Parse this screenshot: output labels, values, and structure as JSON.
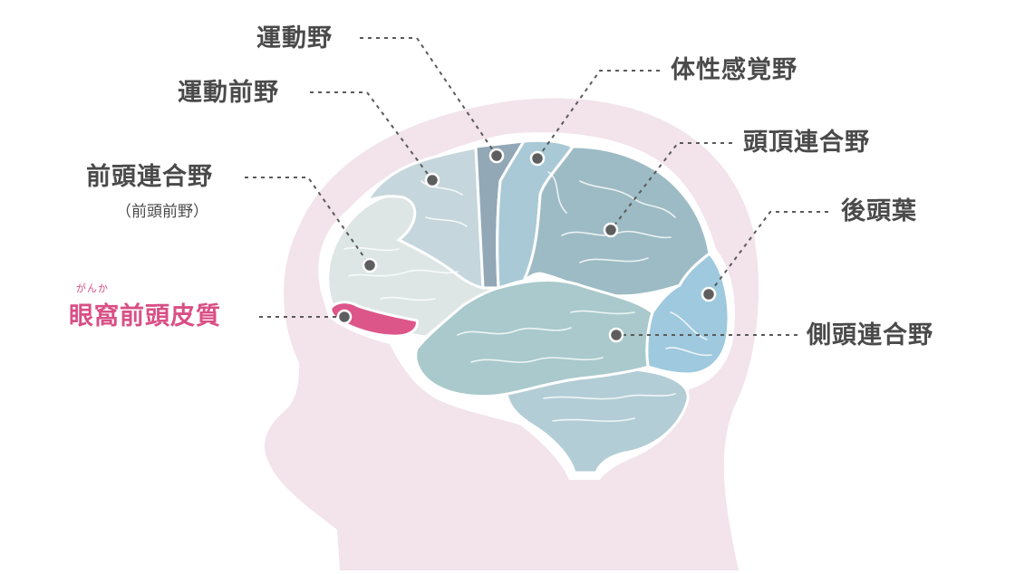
{
  "labels": {
    "motor_area": "運動野",
    "premotor_area": "運動前野",
    "somatosensory_area": "体性感覚野",
    "parietal_association_area": "頭頂連合野",
    "prefrontal_association_area": "前頭連合野",
    "prefrontal_area_note": "（前頭前野）",
    "occipital_lobe": "後頭葉",
    "orbitofrontal_cortex": "眼窩前頭皮質",
    "orbitofrontal_reading": "がんか",
    "temporal_association_area": "側頭連合野"
  },
  "colors": {
    "head": "#f2e4ea",
    "brain_outline": "#ffffff",
    "prefrontal": "#dde6e4",
    "premotor": "#c5d6dc",
    "motor": "#93a8b6",
    "somatosensory": "#a9c9d6",
    "parietal": "#9dbbc4",
    "occipital": "#9ec9de",
    "temporal": "#a9c9cc",
    "cerebellum_brainstem": "#b3cdd6",
    "orbitofrontal": "#dc5689",
    "leader": "#5a5a5a",
    "label_text": "#4a4a4a",
    "highlight_text": "#d94f86"
  }
}
